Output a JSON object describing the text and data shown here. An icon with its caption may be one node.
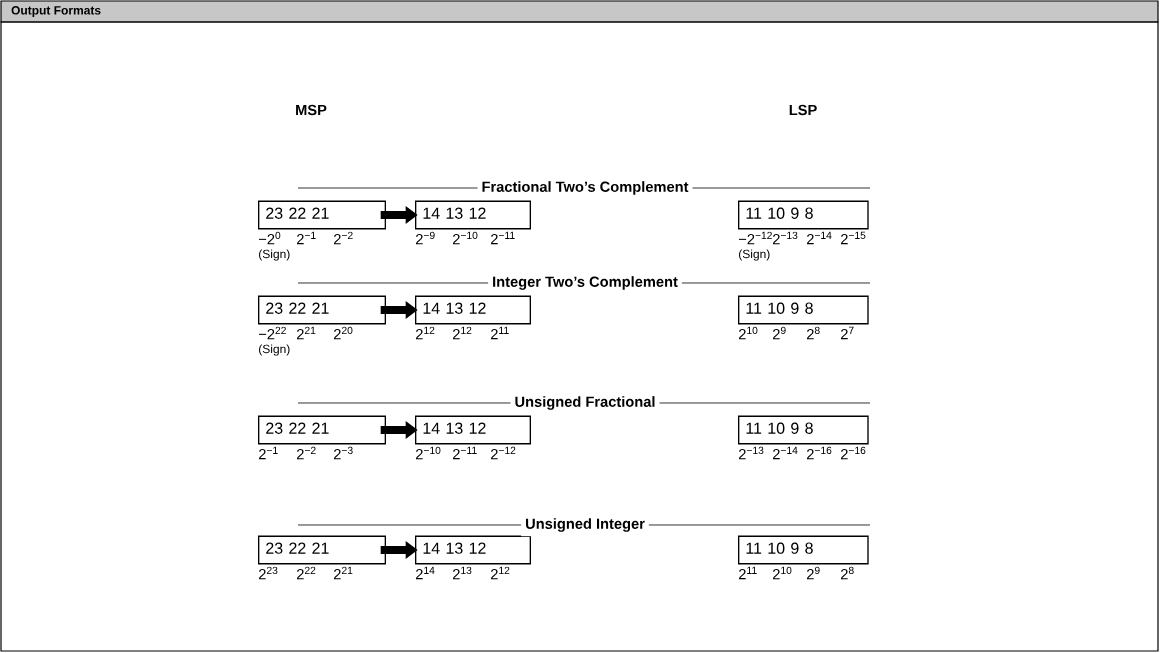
{
  "diagram": {
    "title": "Output Formats",
    "nodes": [
      {
        "text": [
          "23 22 21"
        ]
      },
      {
        "text": [
          "14 13 12"
        ]
      },
      {
        "text": [
          "11 10 9 8"
        ]
      },
      {
        "text": [
          "23 22 21"
        ]
      },
      {
        "text": [
          "14 13 12"
        ]
      },
      {
        "text": [
          "11 10 9 8"
        ]
      },
      {
        "text": [
          "23 22 21"
        ]
      },
      {
        "text": [
          "14 13 12"
        ]
      },
      {
        "text": [
          "11 10 9 8"
        ]
      },
      {
        "text": [
          "23 22 21"
        ]
      },
      {
        "text": [
          "14 13 12"
        ]
      },
      {
        "text": [
          "11 10 9 8"
        ]
      }
    ],
    "edges": [
      {
        "from": 0,
        "to": 1,
        "arrow": "to"
      },
      {
        "from": 3,
        "to": 4,
        "arrow": "to"
      },
      {
        "from": 6,
        "to": 7,
        "arrow": "to"
      },
      {
        "from": 9,
        "to": 10,
        "arrow": "to"
      }
    ],
    "labels": [
      "MSP",
      "LSP",
      "Fractional Two’s Complement",
      "−2$^{0}$",
      "2$^{−1}$",
      "2$^{−2}$",
      "2$^{−9}$",
      "2$^{−10}$",
      "2$^{−11}$",
      "−2$^{−12}$",
      "2$^{−13}$",
      "2$^{−14}$",
      "2$^{−15}$",
      "(Sign)",
      "(Sign)",
      "Integer Two’s Complement",
      "−2$^{22}$",
      "2$^{21}$",
      "2$^{20}$",
      "2$^{12}$",
      "2$^{12}$",
      "2$^{11}$",
      "2$^{10}$",
      "2$^{9}$",
      "2$^{8}$",
      "2$^{7}$",
      "(Sign)",
      "Unsigned Fractional",
      "2$^{−1}$",
      "2$^{−2}$",
      "2$^{−3}$",
      "2$^{−10}$",
      "2$^{−11}$",
      "2$^{−12}$",
      "2$^{−13}$",
      "2$^{−14}$",
      "2$^{−16}$",
      "2$^{−16}$",
      "Unsigned Integer",
      "2$^{23}$",
      "2$^{22}$",
      "2$^{21}$",
      "2$^{14}$",
      "2$^{13}$",
      "2$^{12}$",
      "2$^{11}$",
      "2$^{10}$",
      "2$^{9}$",
      "2$^{8}$"
    ]
  }
}
